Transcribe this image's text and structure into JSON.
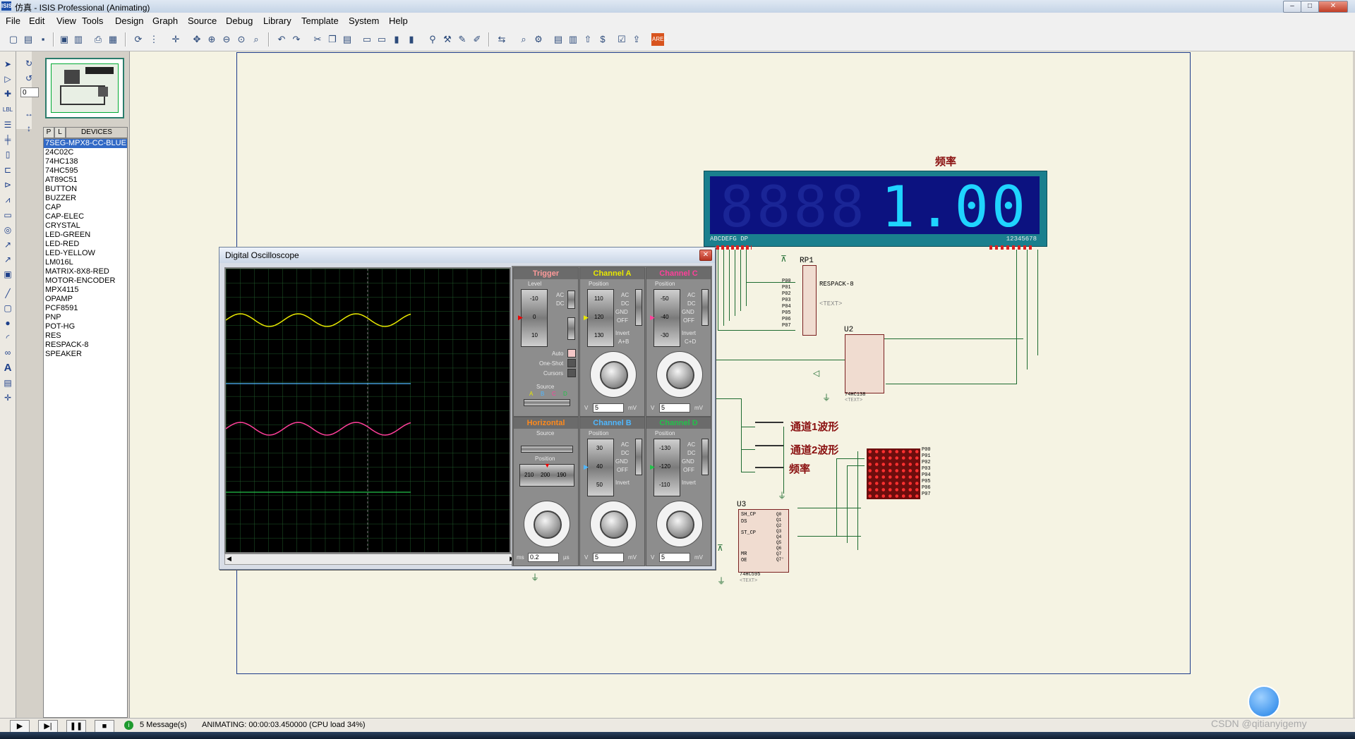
{
  "titlebar": {
    "title": "仿真 - ISIS Professional (Animating)",
    "app_icon": "ISIS",
    "min": "–",
    "max": "□",
    "close": "✕"
  },
  "menu": [
    "File",
    "Edit",
    "View",
    "Tools",
    "Design",
    "Graph",
    "Source",
    "Debug",
    "Library",
    "Template",
    "System",
    "Help"
  ],
  "rotation_value": "0",
  "device_tabs": {
    "p": "P",
    "l": "L",
    "devices": "DEVICES"
  },
  "devices": [
    "7SEG-MPX8-CC-BLUE",
    "24C02C",
    "74HC138",
    "74HC595",
    "AT89C51",
    "BUTTON",
    "BUZZER",
    "CAP",
    "CAP-ELEC",
    "CRYSTAL",
    "LED-GREEN",
    "LED-RED",
    "LED-YELLOW",
    "LM016L",
    "MATRIX-8X8-RED",
    "MOTOR-ENCODER",
    "MPX4115",
    "OPAMP",
    "PCF8591",
    "PNP",
    "POT-HG",
    "RES",
    "RESPACK-8",
    "SPEAKER"
  ],
  "schematic": {
    "freq_label_top": "频率",
    "display_value": "1.00",
    "display_ghost": "8888",
    "display_pins_left": "ABCDEFG DP",
    "display_pins_right": "12345678",
    "rp1": {
      "name": "RP1",
      "part": "RESPACK-8",
      "text": "<TEXT>"
    },
    "u2": {
      "name": "U2",
      "part": "74HC138",
      "text": "<TEXT>"
    },
    "u3": {
      "name": "U3",
      "part": "74HC595",
      "text": "<TEXT>",
      "pins_left": [
        "SH_CP",
        "DS",
        "ST_CP",
        "MR",
        "OE"
      ],
      "pins_right": [
        "Q0",
        "Q1",
        "Q2",
        "Q3",
        "Q4",
        "Q5",
        "Q6",
        "Q7",
        "Q7'"
      ]
    },
    "btn1_label": "通道1波形",
    "btn2_label": "通道2波形",
    "btn3_label": "频率",
    "p_labels": [
      "P00",
      "P01",
      "P02",
      "P03",
      "P04",
      "P05",
      "P06",
      "P07"
    ]
  },
  "oscilloscope": {
    "title": "Digital Oscilloscope",
    "trigger": {
      "title": "Trigger",
      "level": "Level",
      "ticks": [
        "-10",
        "0",
        "10"
      ],
      "ac": "AC",
      "dc": "DC",
      "auto": "Auto",
      "oneshot": "One-Shot",
      "cursors": "Cursors",
      "source": "Source",
      "source_letters": [
        "A",
        "B",
        "C",
        "D"
      ]
    },
    "channel_a": {
      "title": "Channel A",
      "position": "Position",
      "ticks": [
        "110",
        "120",
        "130"
      ],
      "modes": [
        "AC",
        "DC",
        "GND",
        "OFF"
      ],
      "invert": "Invert",
      "sum": "A+B",
      "value": "5",
      "unit_v": "V",
      "unit_mv": "mV"
    },
    "channel_c": {
      "title": "Channel C",
      "position": "Position",
      "ticks": [
        "-50",
        "-40",
        "-30"
      ],
      "modes": [
        "AC",
        "DC",
        "GND",
        "OFF"
      ],
      "invert": "Invert",
      "sum": "C+D",
      "value": "5",
      "unit_v": "V",
      "unit_mv": "mV"
    },
    "horizontal": {
      "title": "Horizontal",
      "source": "Source",
      "position": "Position",
      "ticks": [
        "210",
        "200",
        "190"
      ],
      "value": "0.2",
      "unit_ms": "ms",
      "unit_us": "µs"
    },
    "channel_b": {
      "title": "Channel B",
      "position": "Position",
      "ticks": [
        "30",
        "40",
        "50"
      ],
      "modes": [
        "AC",
        "DC",
        "GND",
        "OFF"
      ],
      "invert": "Invert",
      "value": "5",
      "unit_v": "V",
      "unit_mv": "mV"
    },
    "channel_d": {
      "title": "Channel D",
      "position": "Position",
      "ticks": [
        "-130",
        "-120",
        "-110"
      ],
      "modes": [
        "AC",
        "DC",
        "GND",
        "OFF"
      ],
      "invert": "Invert",
      "value": "5",
      "unit_v": "V",
      "unit_mv": "mV"
    },
    "colors": {
      "a": "#e8e800",
      "b": "#4fb8ff",
      "c": "#ff3f9a",
      "d": "#22c24a",
      "trigger": "#ff9a9a",
      "horizontal": "#ff8a1c"
    }
  },
  "status": {
    "messages": "5 Message(s)",
    "animating": "ANIMATING: 00:00:03.450000 (CPU load 34%)"
  },
  "watermark": "CSDN @qitianyigemy"
}
